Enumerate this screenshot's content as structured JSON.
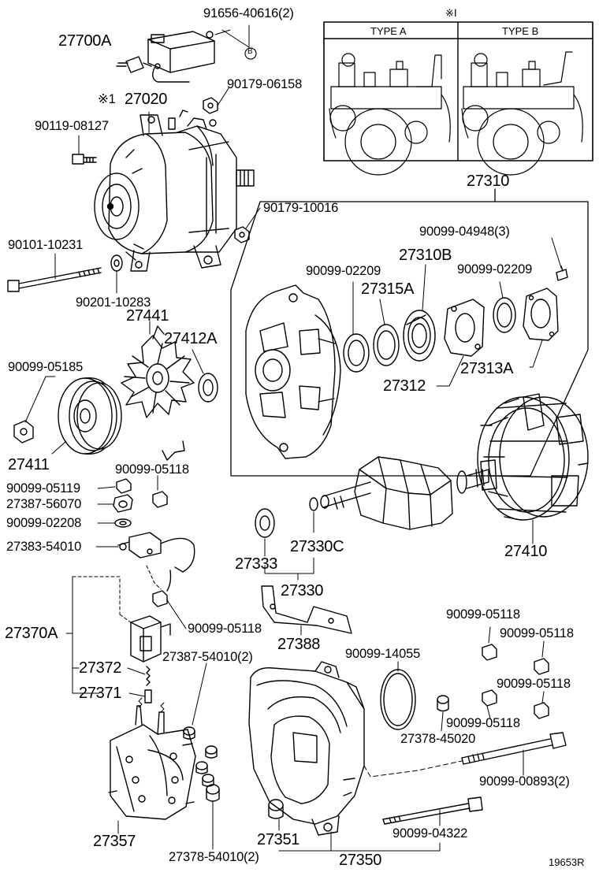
{
  "inset": {
    "mark": "※Ⅰ",
    "type_a": "TYPE A",
    "type_b": "TYPE B"
  },
  "labels": {
    "p91656": "91656-40616(2)",
    "p27700A": "27700A",
    "p_b_circle": "B",
    "p90179_06158": "90179-06158",
    "p_note1": "※1",
    "p27020": "27020",
    "p90119_08127": "90119-08127",
    "p90179_10016": "90179-10016",
    "p90101_10231": "90101-10231",
    "p90201_10283": "90201-10283",
    "p27310": "27310",
    "p90099_04948": "90099-04948(3)",
    "p27310B": "27310B",
    "p90099_02209_a": "90099-02209",
    "p90099_02209_b": "90099-02209",
    "p27315A": "27315A",
    "p27441": "27441",
    "p27412A": "27412A",
    "p90099_05185": "90099-05185",
    "p27312": "27312",
    "p27313A": "27313A",
    "p27411": "27411",
    "p90099_05118_a": "90099-05118",
    "p90099_05119": "90099-05119",
    "p27387_56070": "27387-56070",
    "p90099_02208": "90099-02208",
    "p27383_54010": "27383-54010",
    "p27333": "27333",
    "p27330C": "27330C",
    "p27410": "27410",
    "p27330": "27330",
    "p27370A": "27370A",
    "p90099_05118_b": "90099-05118",
    "p27388": "27388",
    "p90099_05118_c": "90099-05118",
    "p90099_05118_d": "90099-05118",
    "p27372": "27372",
    "p27387_54010": "27387-54010(2)",
    "p90099_14055": "90099-14055",
    "p90099_05118_e": "90099-05118",
    "p27371": "27371",
    "p90099_05118_f": "90099-05118",
    "p27378_45020": "27378-45020",
    "p90099_00893": "90099-00893(2)",
    "p27357": "27357",
    "p27351": "27351",
    "p90099_04322": "90099-04322",
    "p27378_54010": "27378-54010(2)",
    "p27350": "27350",
    "p19653R": "19653R"
  }
}
